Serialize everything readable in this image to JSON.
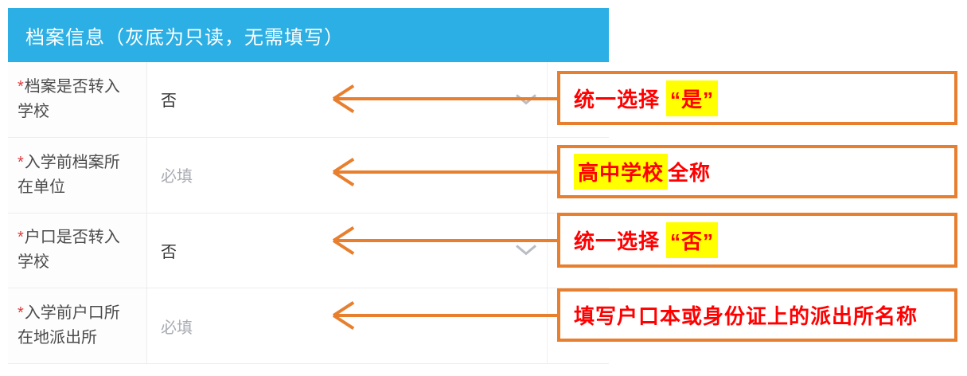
{
  "header": {
    "title": "档案信息（灰底为只读，无需填写）"
  },
  "form": {
    "rows": [
      {
        "required_mark": "*",
        "label": "档案是否转入学校",
        "value": "否"
      },
      {
        "required_mark": "*",
        "label": "入学前档案所在单位",
        "placeholder": "必填"
      },
      {
        "required_mark": "*",
        "label": "户口是否转入学校",
        "value": "否"
      },
      {
        "required_mark": "*",
        "label": "入学前户口所在地派出所",
        "placeholder": "必填"
      }
    ]
  },
  "annotations": [
    {
      "segments": [
        {
          "text": "统一选择"
        },
        {
          "text": "“是”",
          "highlight": true
        }
      ]
    },
    {
      "segments": [
        {
          "text": "高中学校",
          "highlight": true
        },
        {
          "text": "全称"
        }
      ]
    },
    {
      "segments": [
        {
          "text": "统一选择"
        },
        {
          "text": "“否”",
          "highlight": true
        }
      ]
    },
    {
      "segments": [
        {
          "text": "填写户口本或身份证上的派出所名称"
        }
      ]
    }
  ],
  "icons": {
    "dropdown": "chevron-down-icon"
  },
  "colors": {
    "header_bg": "#2bafe4",
    "annotation_orange": "#e87f2e",
    "annotation_red": "#ff0000",
    "highlight_yellow": "#ffff00",
    "required_red": "#dd3b3f",
    "placeholder_gray": "#a9acb3"
  }
}
